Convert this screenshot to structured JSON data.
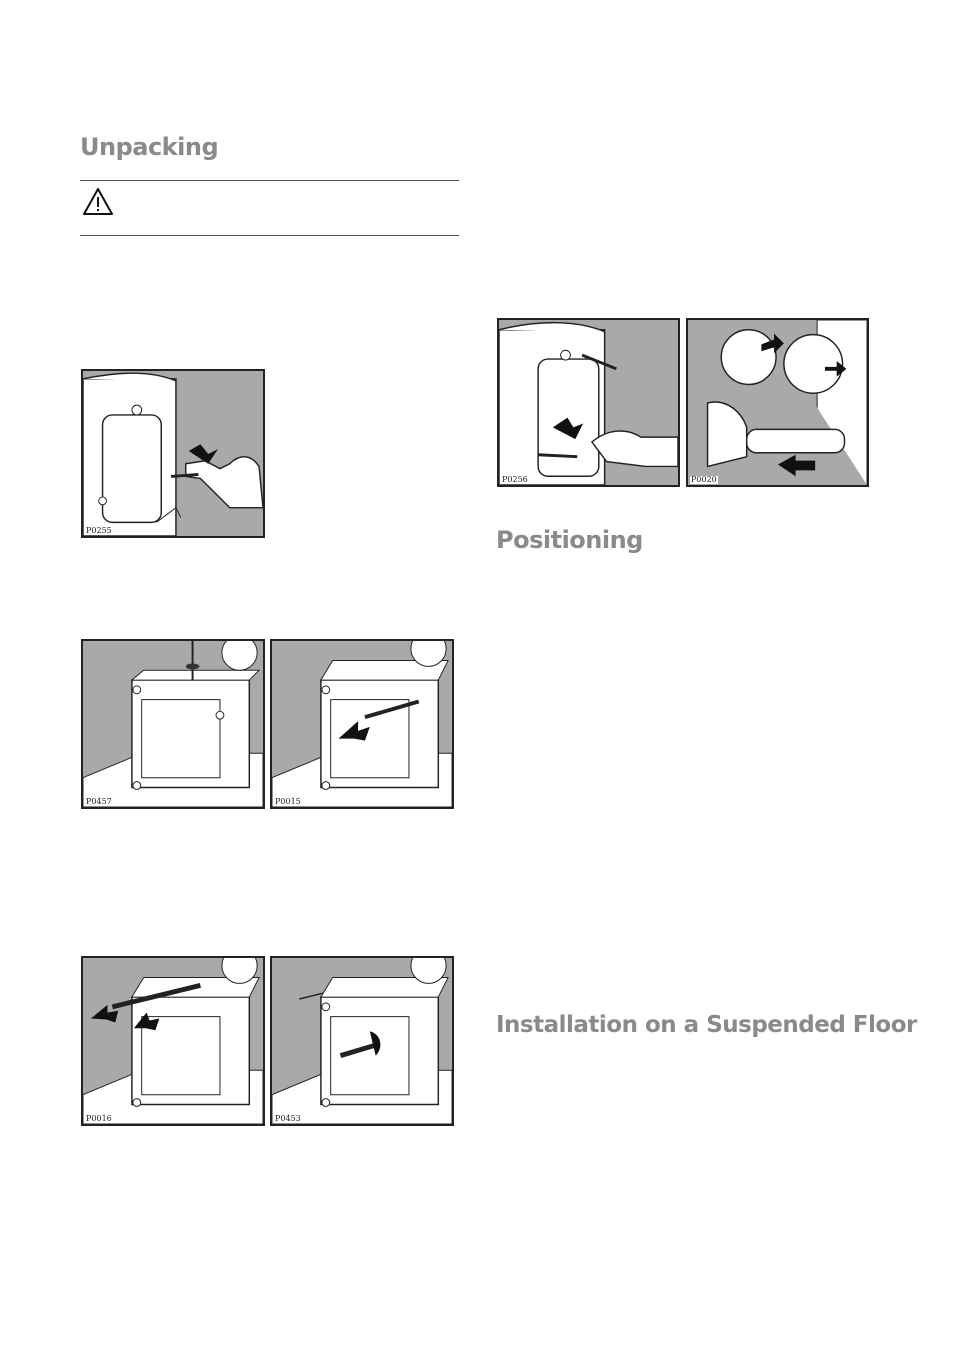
{
  "headings": {
    "unpacking": "Unpacking",
    "positioning": "Positioning",
    "suspended_floor": "Installation on a Suspended Floor"
  },
  "warning": {
    "icon": "warning-triangle-icon"
  },
  "figures": [
    {
      "code": "P0255"
    },
    {
      "code": "P0457"
    },
    {
      "code": "P0015"
    },
    {
      "code": "P0016"
    },
    {
      "code": "P0453"
    },
    {
      "code": "P0256"
    },
    {
      "code": "P0020"
    }
  ],
  "colors": {
    "heading": "#8a8a8a",
    "figure_bg": "#a9a9a9",
    "line": "#222222"
  }
}
